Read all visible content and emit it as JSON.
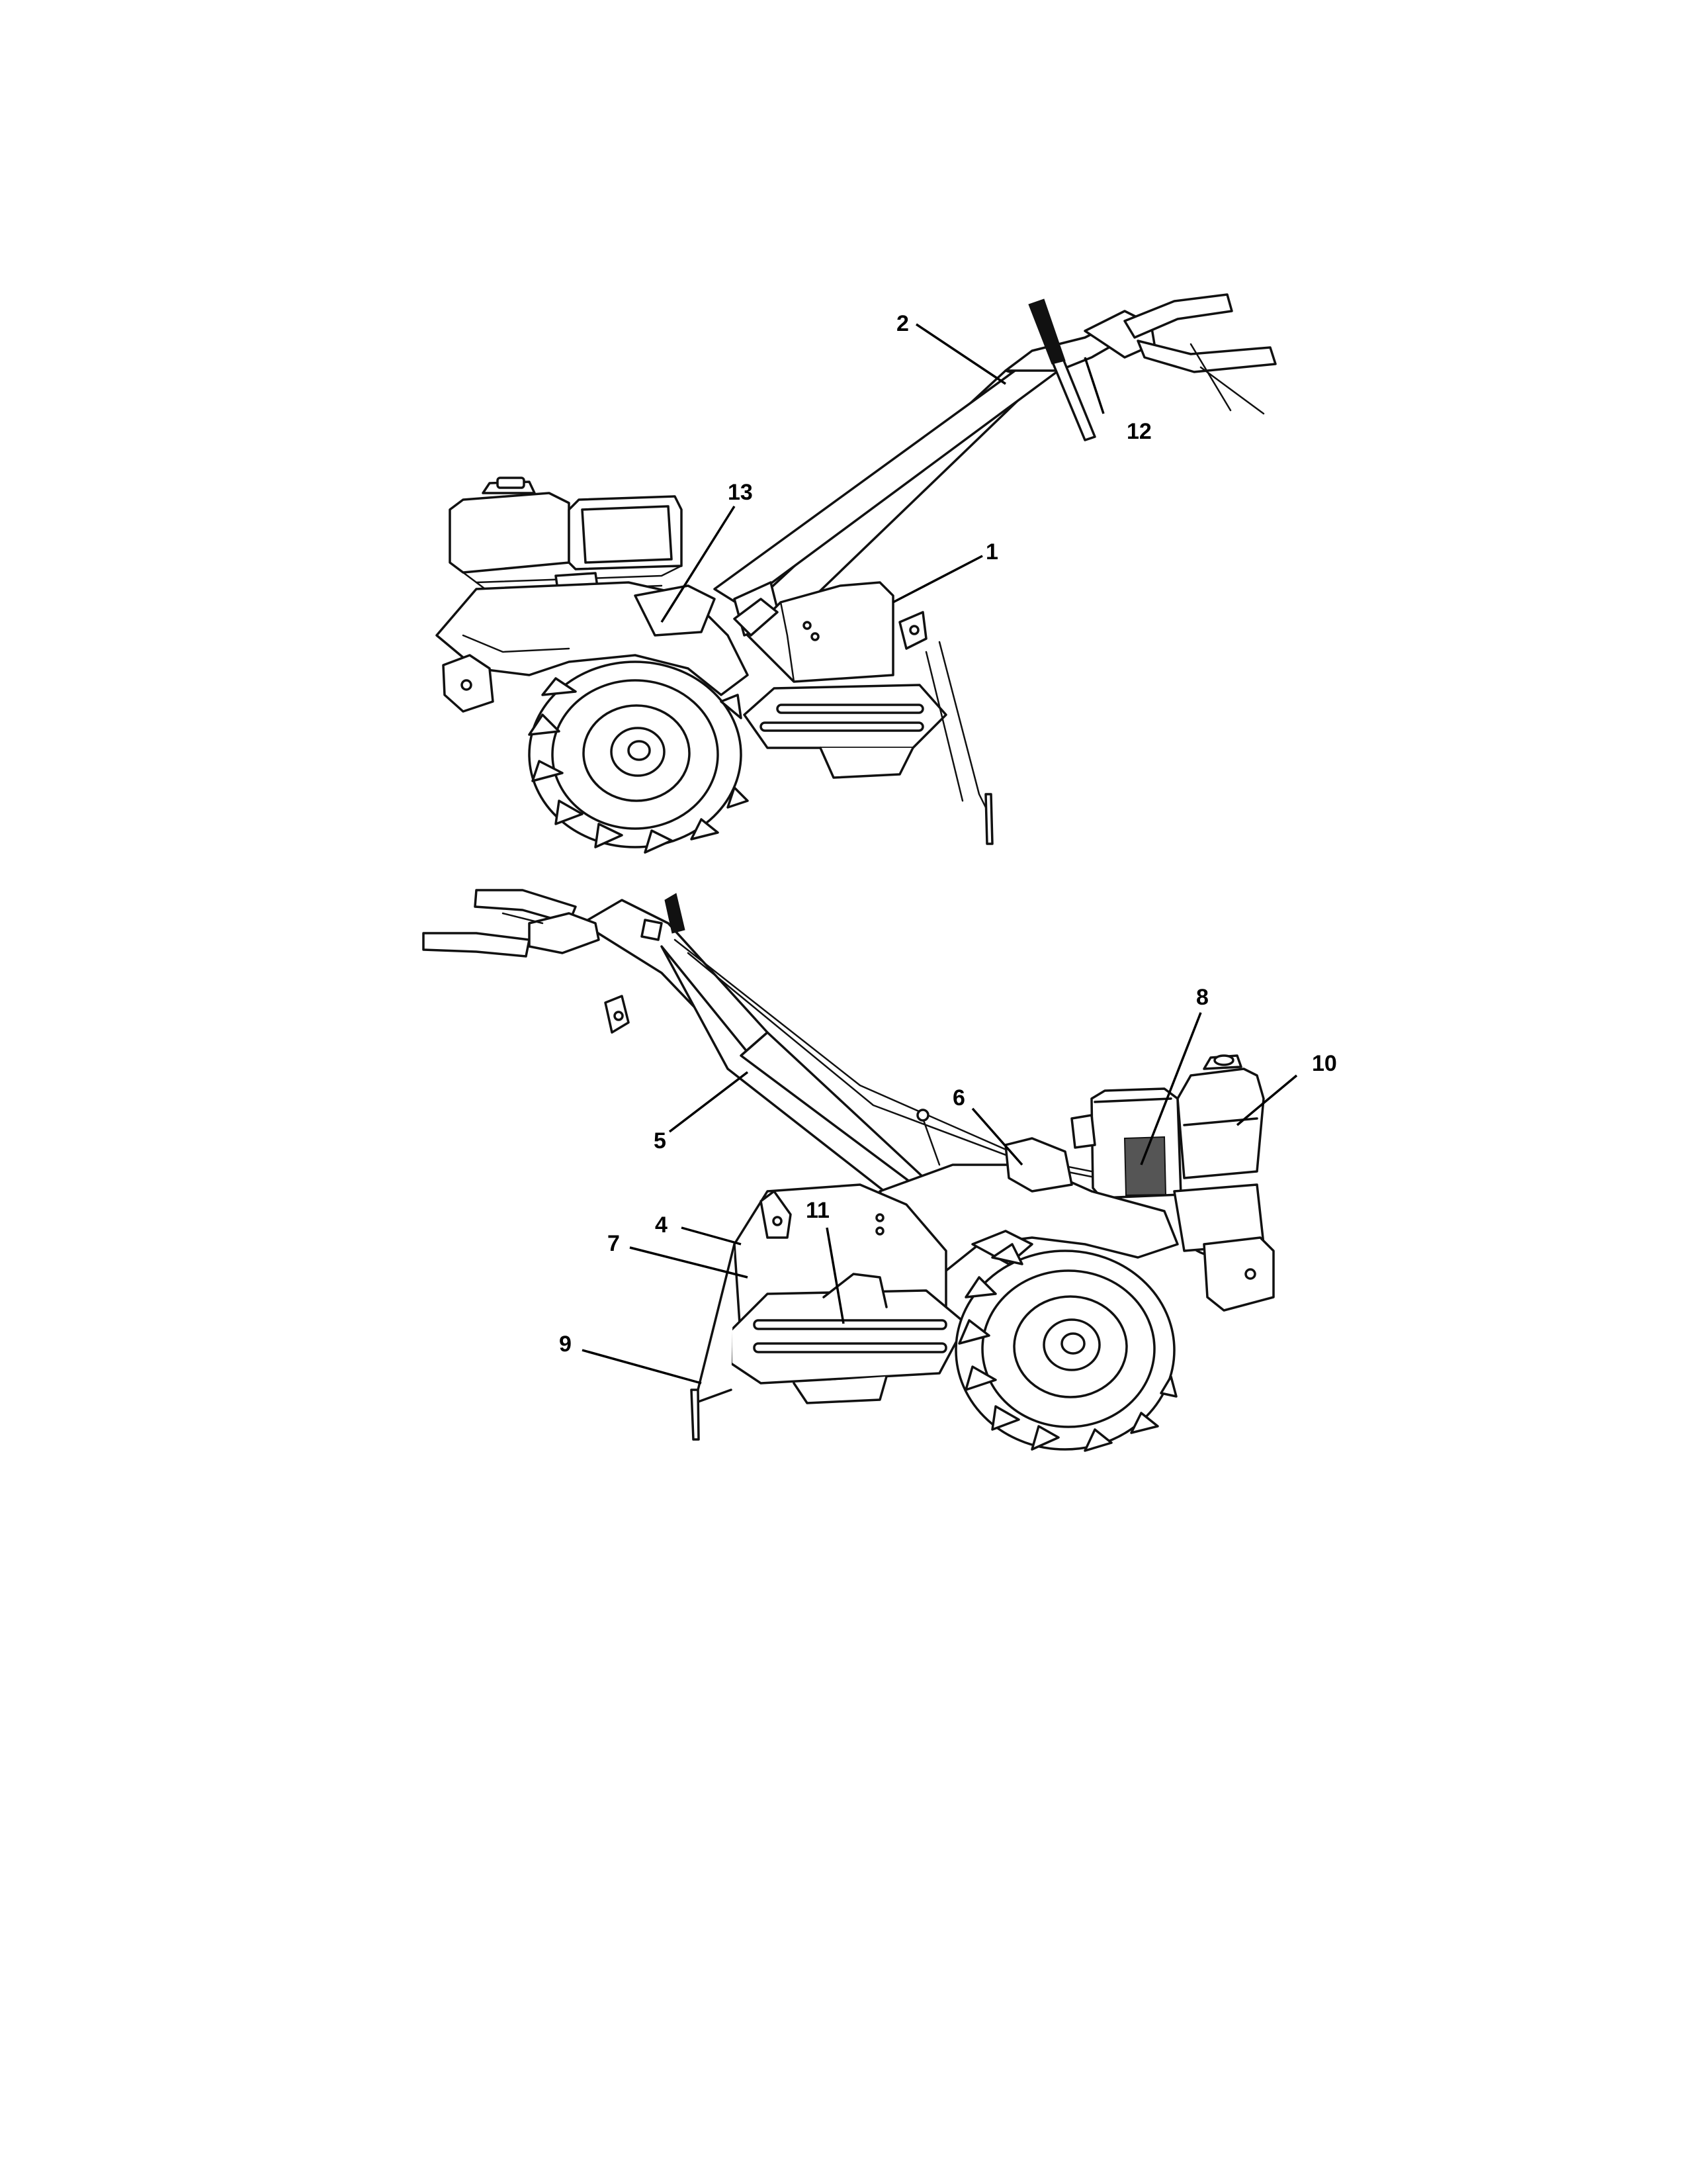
{
  "callouts": {
    "c1": "1",
    "c2": "2",
    "c4": "4",
    "c5": "5",
    "c6": "6",
    "c7": "7",
    "c8": "8",
    "c9": "9",
    "c10": "10",
    "c11": "11",
    "c12": "12",
    "c13": "13"
  }
}
